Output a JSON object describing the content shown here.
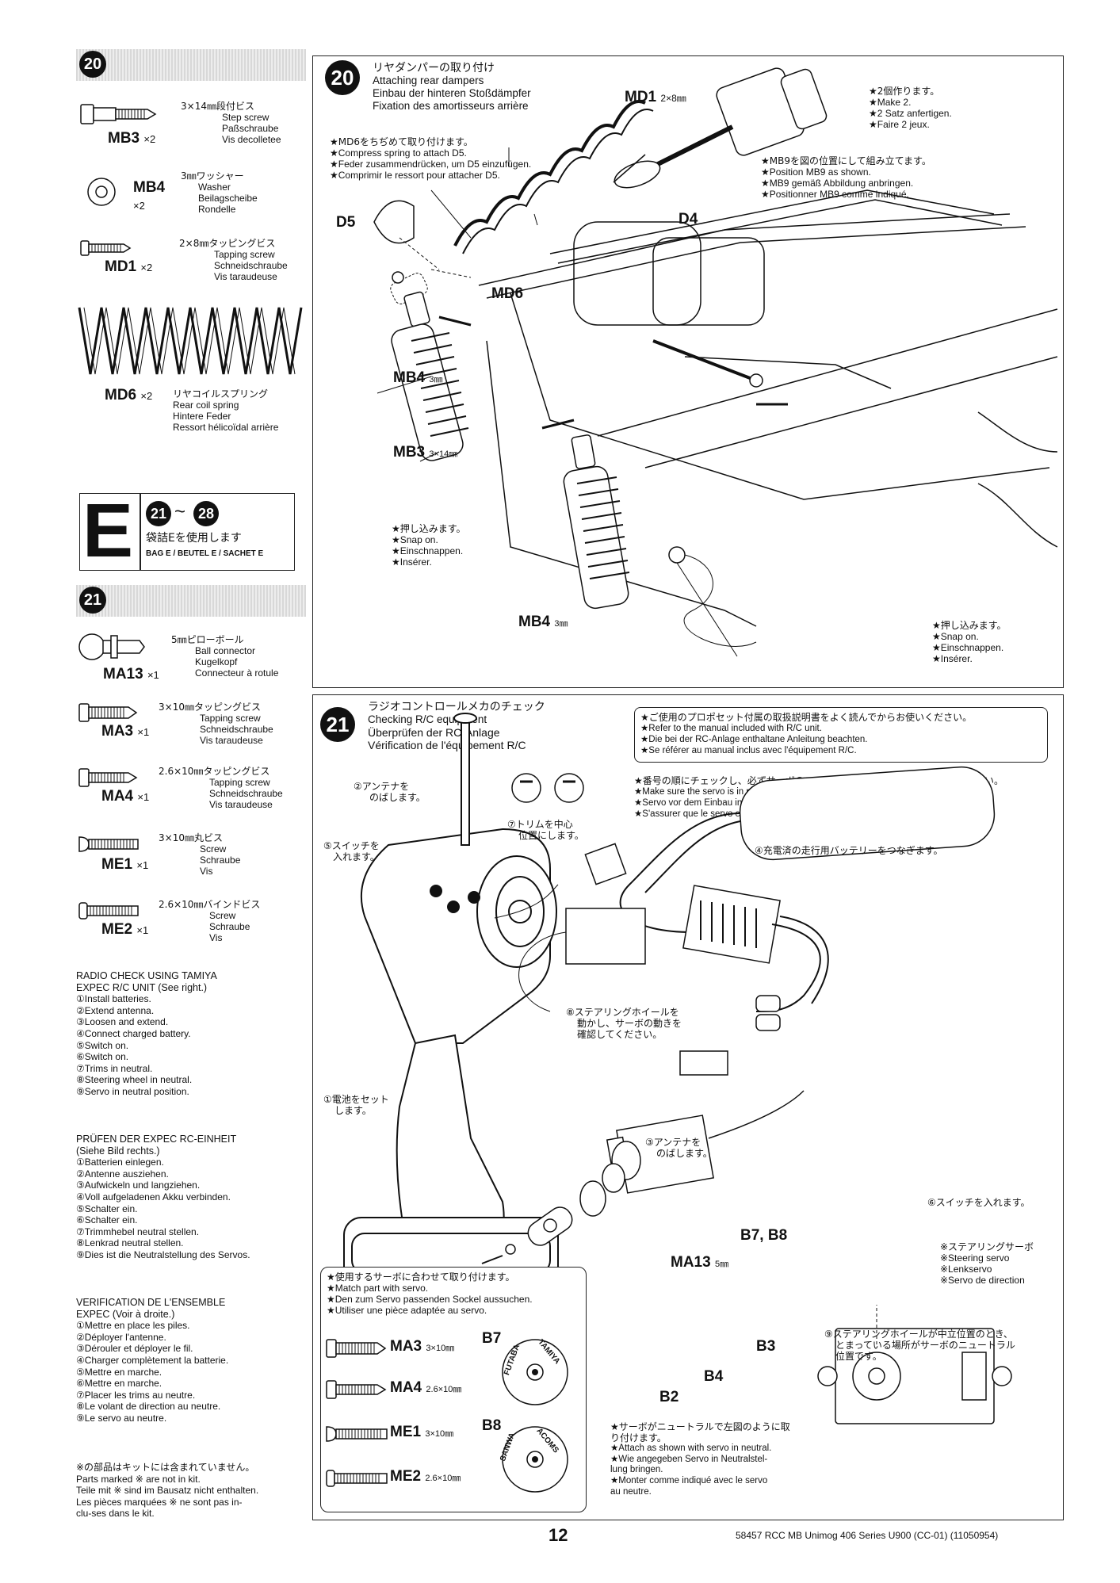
{
  "left": {
    "step20": {
      "num": "20",
      "parts": [
        {
          "code": "MB3",
          "qty": "×2",
          "lines": [
            "3×14㎜段付ビス",
            "Step screw",
            "Paßschraube",
            "Vis decolletee"
          ]
        },
        {
          "code": "MB4",
          "qty": "×2",
          "lines": [
            "3㎜ワッシャー",
            "Washer",
            "Beilagscheibe",
            "Rondelle"
          ]
        },
        {
          "code": "MD1",
          "qty": "×2",
          "lines": [
            "2×8㎜タッピングビス",
            "Tapping screw",
            "Schneidschraube",
            "Vis taraudeuse"
          ]
        },
        {
          "code": "MD6",
          "qty": "×2",
          "lines": [
            "リヤコイルスプリング",
            "Rear coil spring",
            "Hintere Feder",
            "Ressort hélicoïdal arrière"
          ]
        }
      ]
    },
    "bag": {
      "letter": "E",
      "from": "21",
      "tilde": "~",
      "to": "28",
      "jp": "袋詰Eを使用します",
      "sub": "BAG E / BEUTEL E / SACHET E"
    },
    "step21": {
      "num": "21",
      "parts": [
        {
          "code": "MA13",
          "qty": "×1",
          "lines": [
            "5㎜ピローボール",
            "Ball connector",
            "Kugelkopf",
            "Connecteur à rotule"
          ]
        },
        {
          "code": "MA3",
          "qty": "×1",
          "lines": [
            "3×10㎜タッピングビス",
            "Tapping screw",
            "Schneidschraube",
            "Vis taraudeuse"
          ]
        },
        {
          "code": "MA4",
          "qty": "×1",
          "lines": [
            "2.6×10㎜タッピングビス",
            "Tapping screw",
            "Schneidschraube",
            "Vis taraudeuse"
          ]
        },
        {
          "code": "ME1",
          "qty": "×1",
          "lines": [
            "3×10㎜丸ビス",
            "Screw",
            "Schraube",
            "Vis"
          ]
        },
        {
          "code": "ME2",
          "qty": "×1",
          "lines": [
            "2.6×10㎜バインドビス",
            "Screw",
            "Schraube",
            "Vis"
          ]
        }
      ]
    },
    "radio_en": {
      "title": [
        "RADIO CHECK USING TAMIYA",
        "EXPEC R/C UNIT (See right.)"
      ],
      "items": [
        "①Install batteries.",
        "②Extend antenna.",
        "③Loosen and extend.",
        "④Connect charged battery.",
        "⑤Switch on.",
        "⑥Switch on.",
        "⑦Trims in neutral.",
        "⑧Steering wheel in neutral.",
        "⑨Servo in neutral position."
      ]
    },
    "radio_de": {
      "title": [
        "PRÜFEN DER EXPEC RC-EINHEIT",
        "(Siehe Bild rechts.)"
      ],
      "items": [
        "①Batterien einlegen.",
        "②Antenne ausziehen.",
        "③Aufwickeln und langziehen.",
        "④Voll aufgeladenen Akku verbinden.",
        "⑤Schalter ein.",
        "⑥Schalter ein.",
        "⑦Trimmhebel neutral stellen.",
        "⑧Lenkrad neutral stellen.",
        "⑨Dies ist die Neutralstellung des Servos."
      ]
    },
    "radio_fr": {
      "title": [
        "VERIFICATION DE L'ENSEMBLE",
        "EXPEC (Voir à droite.)"
      ],
      "items": [
        "①Mettre en place les piles.",
        "②Déployer l'antenne.",
        "③Dérouler et déployer le fil.",
        "④Charger complètement la batterie.",
        "⑤Mettre en marche.",
        "⑥Mettre en marche.",
        "⑦Placer les trims au neutre.",
        "⑧Le volant de direction au neutre.",
        "⑨Le servo au neutre."
      ]
    },
    "notes": [
      "※の部品はキットには含まれていません。",
      "Parts marked ※ are not in kit.",
      "Teile mit ※ sind im Bausatz nicht enthalten.",
      "Les pièces marquées ※ ne sont pas in-",
      "clu-ses dans le kit."
    ]
  },
  "panel20": {
    "num": "20",
    "title": [
      "リヤダンパーの取り付け",
      "Attaching rear dampers",
      "Einbau der hinteren Stoßdämpfer",
      "Fixation des amortisseurs arrière"
    ],
    "note_spring": [
      "★MD6をちぢめて取り付けます。",
      "★Compress spring to attach D5.",
      "★Feder zusammendrücken, um D5 einzufügen.",
      "★Comprimir le ressort pour attacher D5."
    ],
    "note_make2": [
      "★2個作ります。",
      "★Make 2.",
      "★2 Satz anfertigen.",
      "★Faire 2 jeux."
    ],
    "note_mb9": [
      "★MB9を図の位置にして組み立てます。",
      "★Position MB9 as shown.",
      "★MB9 gemäß Abbildung anbringen.",
      "★Positionner MB9 comme indiqué."
    ],
    "snap1": [
      "★押し込みます。",
      "★Snap on.",
      "★Einschnappen.",
      "★Insérer."
    ],
    "snap2": [
      "★押し込みます。",
      "★Snap on.",
      "★Einschnappen.",
      "★Insérer."
    ],
    "md1": "MD1",
    "md1_size": "2×8㎜",
    "d5": "D5",
    "d4": "D4",
    "md6": "MD6",
    "mb4a": "MB4",
    "mb4a_size": "3㎜",
    "mb3": "MB3",
    "mb3_size": "3×14㎜",
    "mb4b": "MB4",
    "mb4b_size": "3㎜"
  },
  "panel21": {
    "num": "21",
    "title": [
      "ラジオコントロールメカのチェック",
      "Checking R/C equipment",
      "Überprüfen der RC-Anlage",
      "Vérification de l'équipement R/C"
    ],
    "manual_note": [
      "★ご使用のプロポセット付属の取扱説明書をよく読んでからお使いください。",
      "★Refer to the manual included with R/C unit.",
      "★Die bei der RC-Anlage enthaltane Anleitung beachten.",
      "★Se référer au manual inclus avec l'équipement R/C."
    ],
    "order_note": [
      "★番号の順にチェックし、必ずサーボのニュートラルを確認して組み立ててください。",
      "★Make sure the servo is in neutral prior to assembly.",
      "★Servo vor dem Einbau in neutrale Stellung bringen.",
      "★S'assurer que le servo est au neutre avant assemblage."
    ],
    "c2": [
      "②アンテナを",
      "のばします。"
    ],
    "c7": [
      "⑦トリムを中心",
      "位置にします。"
    ],
    "c5": [
      "⑤スイッチを",
      "入れます。"
    ],
    "c4": "④充電済の走行用バッテリーをつなぎます。",
    "c8": [
      "⑧ステアリングホイールを",
      "動かし、サーボの動きを",
      "確認してください。"
    ],
    "c1": [
      "①電池をセット",
      "します。"
    ],
    "c3": [
      "③アンテナを",
      "のばします。"
    ],
    "c6": "⑥スイッチを入れます。",
    "servo_label": [
      "※ステアリングサーボ",
      "※Steering servo",
      "※Lenkservo",
      "※Servo de direction"
    ],
    "c9": [
      "⑨ステアリングホイールが中立位置のとき、",
      "とまっている場所がサーボのニュートラル",
      "位置です。"
    ],
    "match_note": [
      "★使用するサーボに合わせて取り付けます。",
      "★Match part with servo.",
      "★Den zum Servo passenden Sockel aussuchen.",
      "★Utiliser une pièce adaptée au servo."
    ],
    "neutral_note": [
      "★サーボがニュートラルで左図のように取",
      "り付けます。",
      "★Attach as shown with servo in neutral.",
      "★Wie angegeben Servo in Neutralstel-",
      "lung bringen.",
      "★Monter comme indiqué avec le servo",
      "au neutre."
    ],
    "screws": [
      {
        "code": "MA3",
        "size": "3×10㎜"
      },
      {
        "code": "MA4",
        "size": "2.6×10㎜"
      },
      {
        "code": "ME1",
        "size": "3×10㎜"
      },
      {
        "code": "ME2",
        "size": "2.6×10㎜"
      }
    ],
    "b7": "B7",
    "b8": "B8",
    "b7b8": "B7, B8",
    "ma13": "MA13",
    "ma13_size": "5㎜",
    "b3": "B3",
    "b4": "B4",
    "b2": "B2",
    "horn_b7": [
      "FUTABA",
      "TAMIYA"
    ],
    "horn_b8": [
      "SANWA",
      "ACOMS"
    ]
  },
  "footer": {
    "page": "12",
    "info": "58457 RCC MB Unimog 406 Series U900 (CC-01) (11050954)"
  }
}
